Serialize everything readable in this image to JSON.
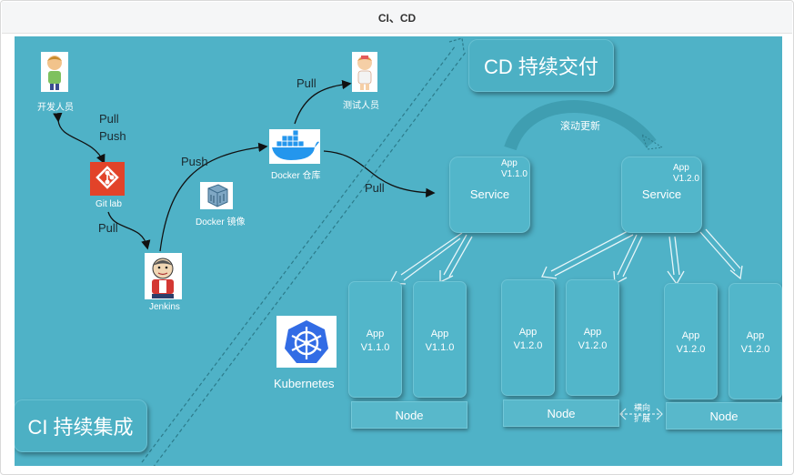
{
  "window": {
    "title": "CI、CD"
  },
  "people": {
    "dev": "开发人员",
    "tester": "测试人员"
  },
  "tools": {
    "gitlab": "Git lab",
    "jenkins": "Jenkins",
    "docker_repo": "Docker 仓库",
    "docker_image": "Docker 镜像",
    "kubernetes": "Kubernetes"
  },
  "arrows": {
    "pull_push_1": "Pull",
    "pull_push_2": "Push",
    "pull_gitlab": "Pull",
    "push_jenkins": "Push",
    "pull_tester": "Pull",
    "pull_service": "Pull"
  },
  "sections": {
    "cd": "CD 持续交付",
    "ci": "CI 持续集成",
    "rolling": "滚动更新",
    "horizontal_1": "横向",
    "horizontal_2": "扩展"
  },
  "services": [
    {
      "label": "Service",
      "app": "App",
      "version": "V1.1.0"
    },
    {
      "label": "Service",
      "app": "App",
      "version": "V1.2.0"
    }
  ],
  "pods": [
    {
      "app": "App",
      "version": "V1.1.0"
    },
    {
      "app": "App",
      "version": "V1.1.0"
    },
    {
      "app": "App",
      "version": "V1.2.0"
    },
    {
      "app": "App",
      "version": "V1.2.0"
    },
    {
      "app": "App",
      "version": "V1.2.0"
    },
    {
      "app": "App",
      "version": "V1.2.0"
    }
  ],
  "nodes": [
    "Node",
    "Node",
    "Node"
  ],
  "colors": {
    "background": "#4fb2c7",
    "box": "#52b6ca",
    "gitlab": "#e24329",
    "kubernetes": "#326ce5"
  }
}
